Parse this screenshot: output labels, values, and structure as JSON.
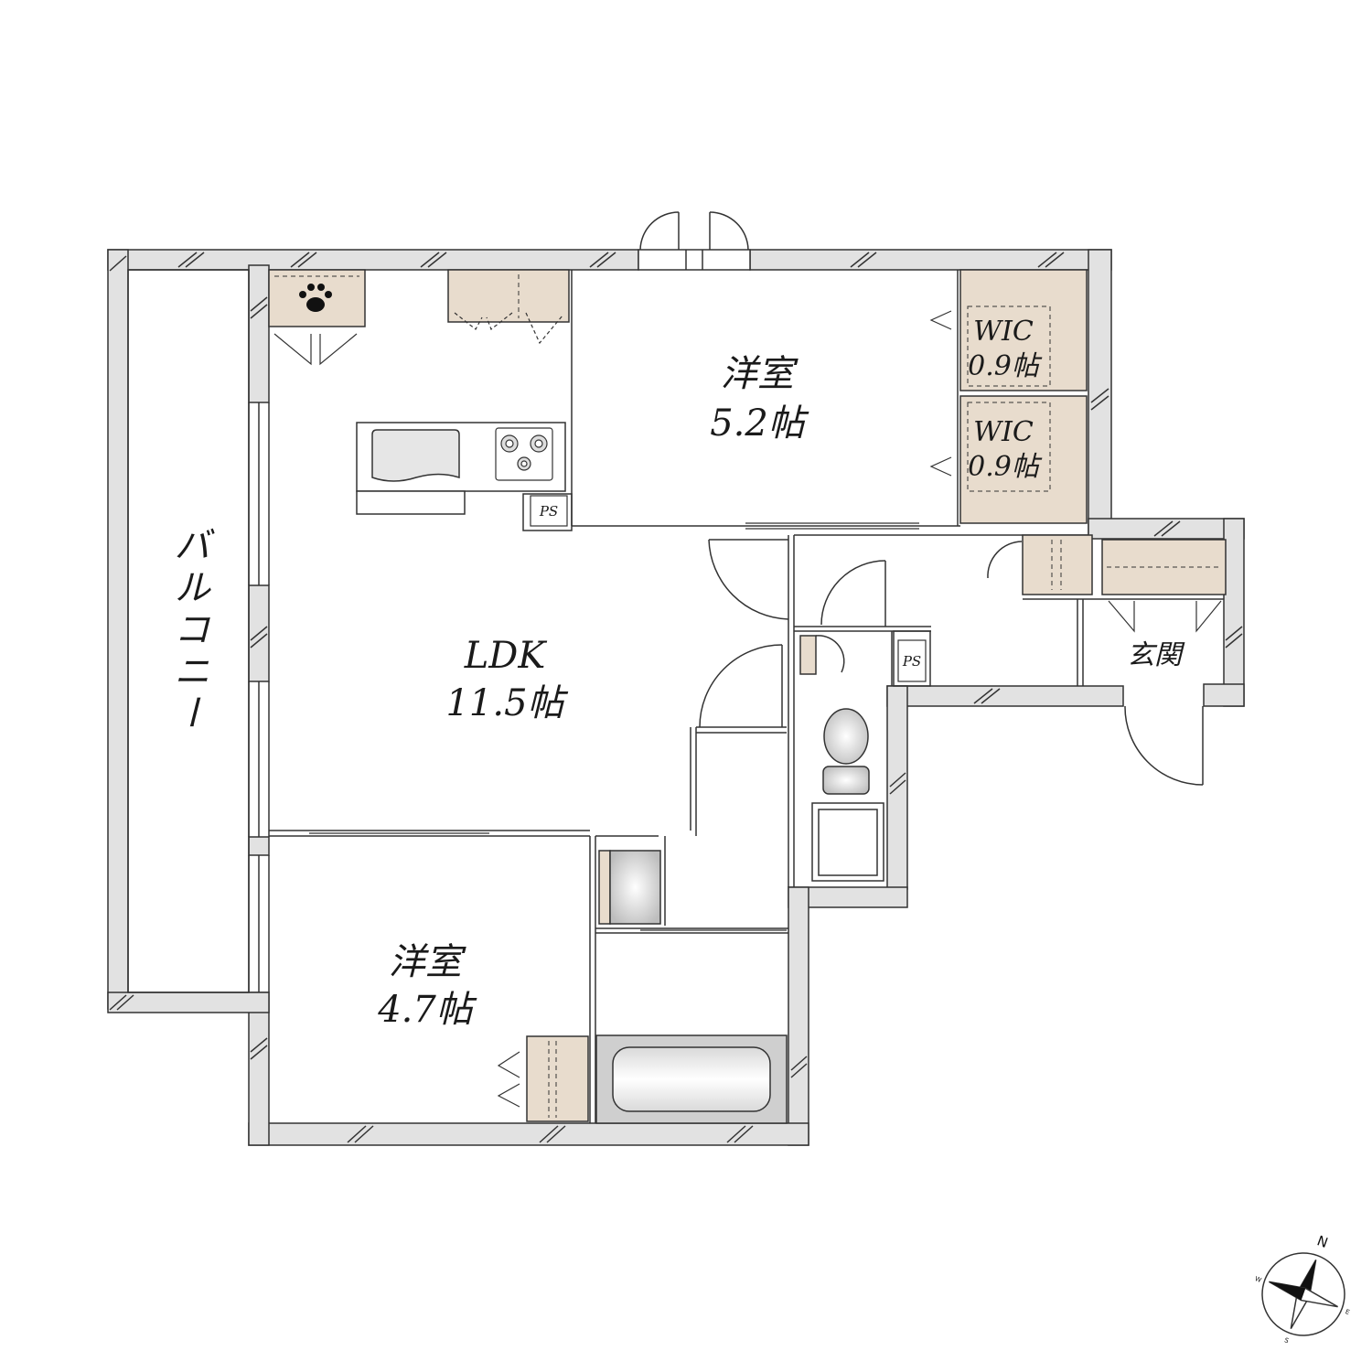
{
  "rooms": {
    "western_room_1": {
      "name": "洋室",
      "size": "5.2帖"
    },
    "ldk": {
      "name": "LDK",
      "size": "11.5帖"
    },
    "western_room_2": {
      "name": "洋室",
      "size": "4.7帖"
    },
    "wic_1": {
      "name": "WIC",
      "size": "0.9帖"
    },
    "wic_2": {
      "name": "WIC",
      "size": "0.9帖"
    },
    "entrance": {
      "name": "玄関"
    },
    "balcony": {
      "name": "バルコニー"
    }
  },
  "ps_labels": [
    "PS",
    "PS"
  ],
  "compass": {
    "north": "N",
    "east": "E",
    "south": "S",
    "west": "W"
  },
  "colors": {
    "wall_fill": "#e2e2e2",
    "storage_fill": "#e8dccd",
    "line": "#333333",
    "fixture_fill": "#cfcfcf"
  }
}
